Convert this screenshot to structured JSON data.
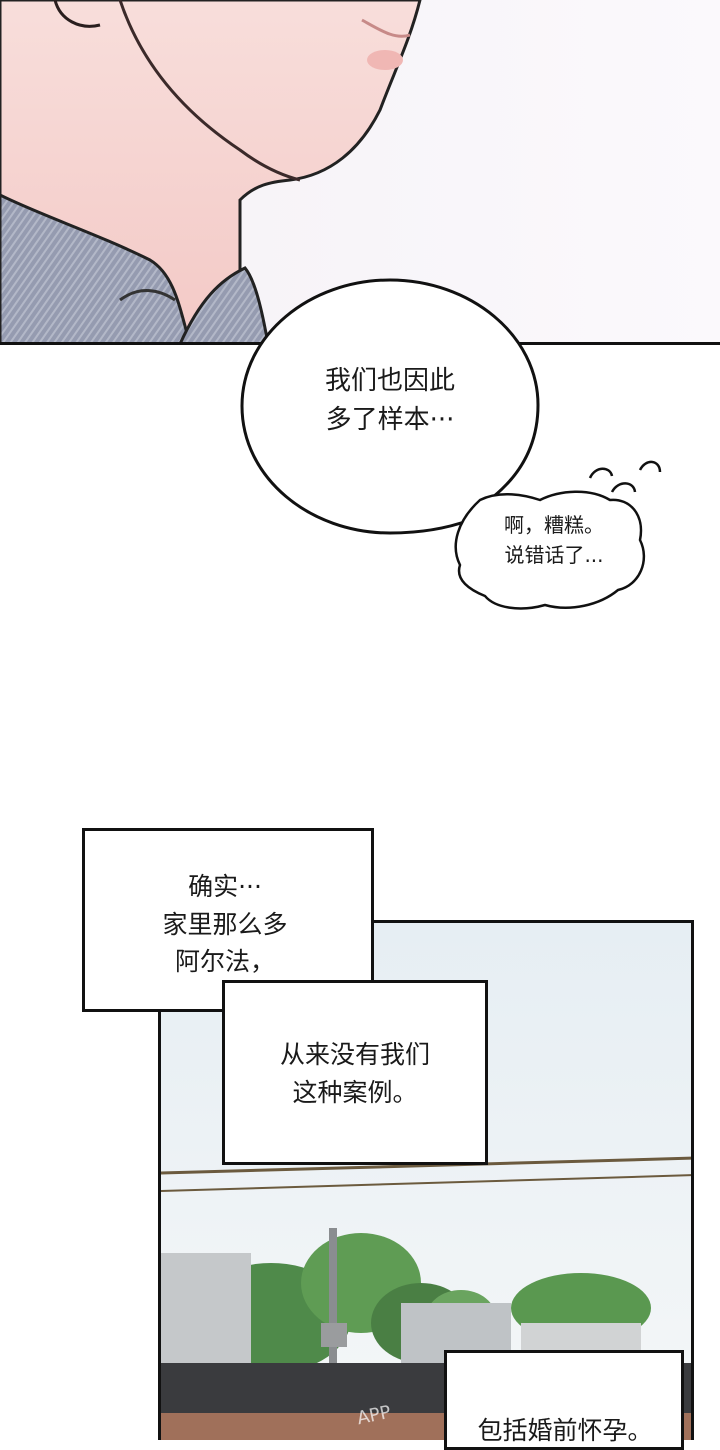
{
  "colors": {
    "skin": "#f6d9d6",
    "shirt": "#8d93a8",
    "sky": "#eef3f7",
    "line": "#111111"
  },
  "panel_top": {
    "description_icon": "face-neck-closeup"
  },
  "bubbles": {
    "speech_main": "我们也因此\n多了样本···",
    "mutter": "啊，糟糕。\n说错话了..."
  },
  "narration": {
    "box1": "确实···\n家里那么多\n阿尔法，",
    "box2": "从来没有我们\n这种案例。",
    "box3": "包括婚前怀孕。"
  },
  "watermark": "APP"
}
